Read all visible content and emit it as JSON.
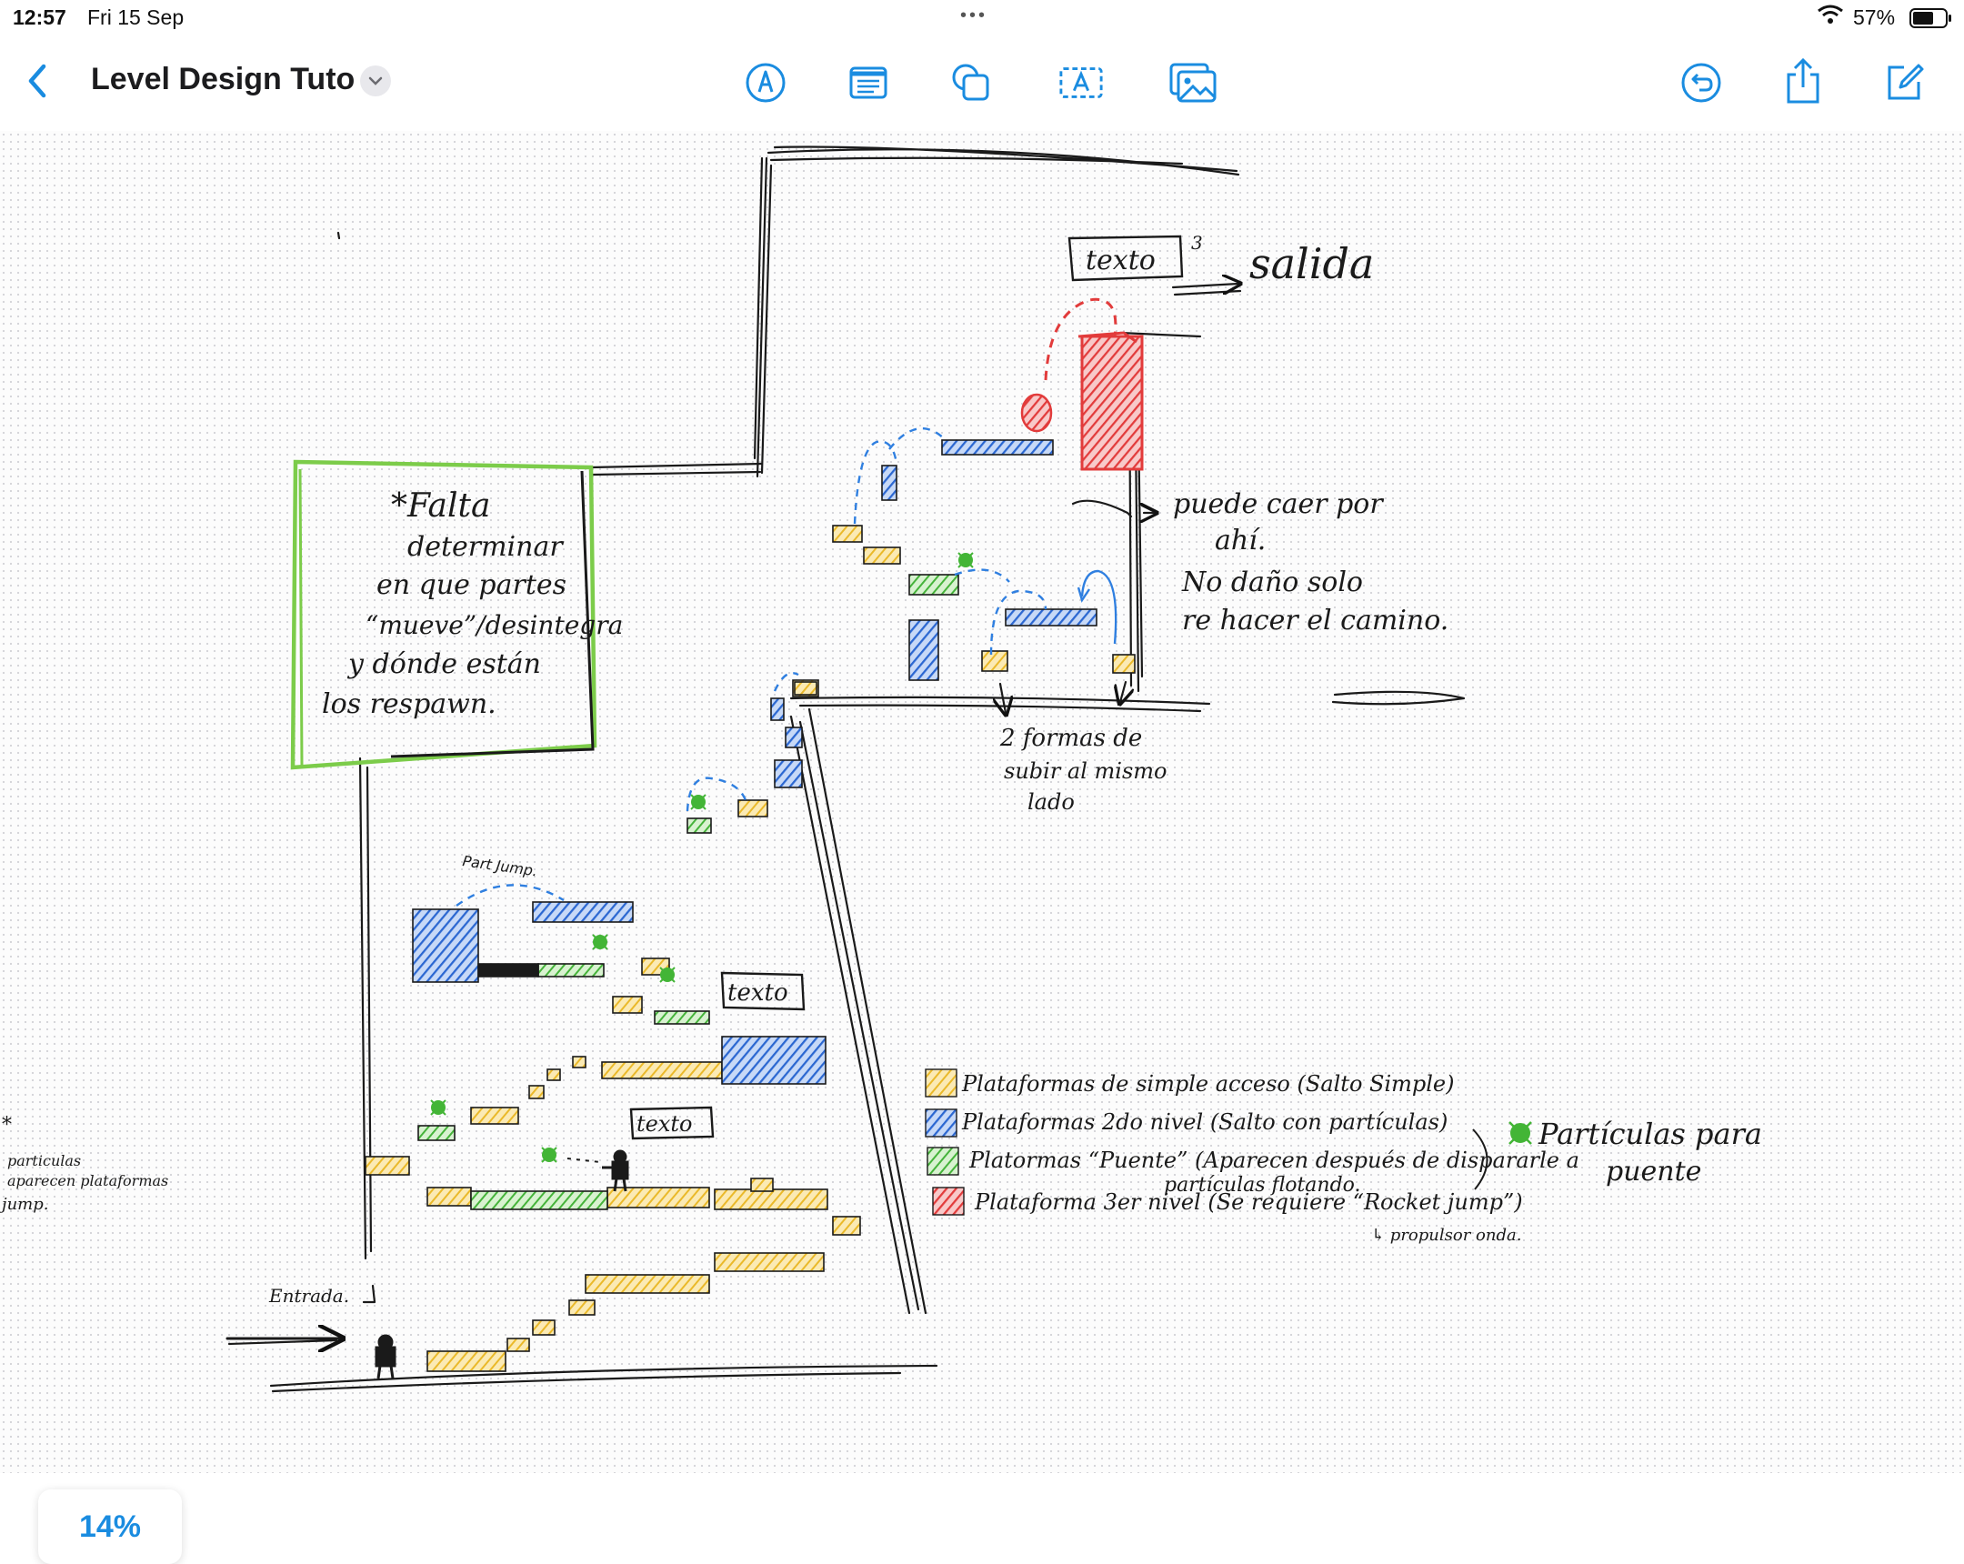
{
  "status_bar": {
    "time": "12:57",
    "date": "Fri 15 Sep",
    "battery": "57%"
  },
  "toolbar": {
    "title": "Level Design Tuto",
    "accent": "#1a8ce0",
    "icons": [
      "back-icon",
      "title-menu-icon",
      "pen-tool-icon",
      "note-icon",
      "shape-icon",
      "text-box-icon",
      "image-icon",
      "undo-icon",
      "share-icon",
      "new-board-icon"
    ]
  },
  "sketch": {
    "texto_labels": [
      "texto",
      "texto",
      "texto"
    ],
    "texto_superscript": "3",
    "salida": "salida",
    "falta_note": [
      "*Falta",
      "determinar",
      "en que partes",
      "“mueve”/desintegra",
      "y dónde están",
      "los respawn."
    ],
    "puede_caer": [
      "puede caer por",
      "ahí.",
      "No daño solo",
      "re hacer el camino."
    ],
    "dos_formas": [
      "2 formas de",
      "subir al mismo",
      "lado"
    ],
    "part_jump": "Part Jump.",
    "entrada": "Entrada.",
    "left_cut_text": [
      "*",
      "particulas",
      "aparecen plataformas",
      "jump."
    ],
    "legend": [
      {
        "color": "#f2c94c",
        "text": "Plataformas de simple acceso (Salto Simple)"
      },
      {
        "color": "#2f6fd6",
        "text": "Plataformas 2do nivel (Salto con partículas)"
      },
      {
        "color": "#4cb944",
        "text": "Platormas “Puente” (Aparecen después de dispararle a"
      },
      {
        "color": "#e23b3b",
        "text": "Plataforma 3er nivel (Se requiere “Rocket jump”)"
      }
    ],
    "legend_extra": [
      "partículas flotando.",
      "↳ propulsor onda."
    ],
    "particle_note": [
      "Partículas para",
      "puente"
    ]
  },
  "zoom_level": "14%"
}
